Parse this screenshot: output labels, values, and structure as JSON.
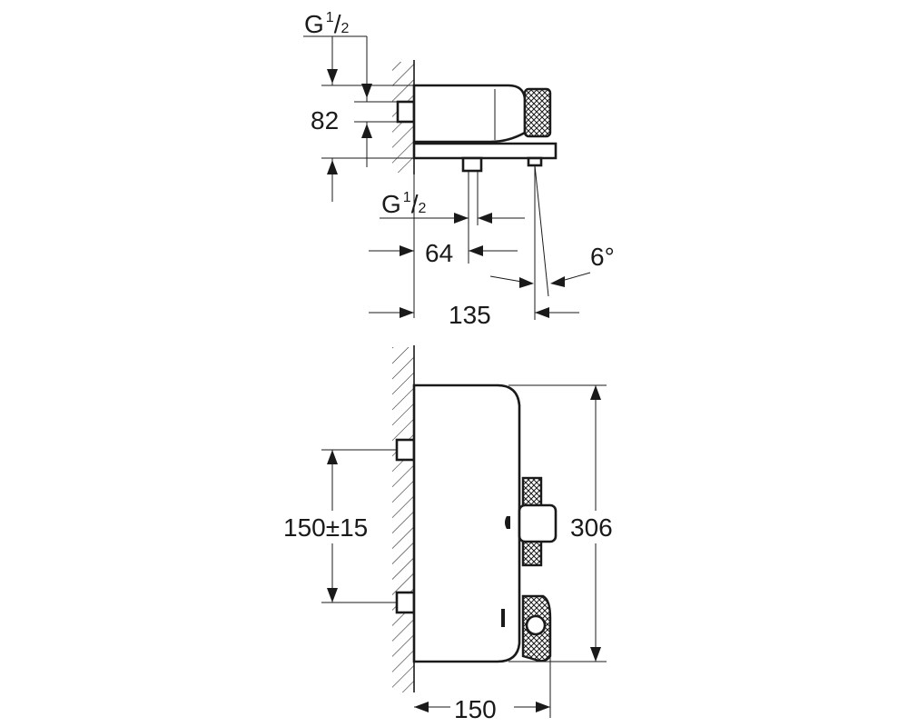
{
  "top_view": {
    "thread_label_top": {
      "main": "G",
      "num": "1",
      "den": "2"
    },
    "height_label": "82",
    "thread_label_bottom": {
      "main": "G",
      "num": "1",
      "den": "2"
    },
    "spout_offset_label": "64",
    "angle_label": "6°",
    "depth_label": "135"
  },
  "front_view": {
    "inlet_spacing_label": "150±15",
    "height_label": "306",
    "width_label": "150"
  }
}
